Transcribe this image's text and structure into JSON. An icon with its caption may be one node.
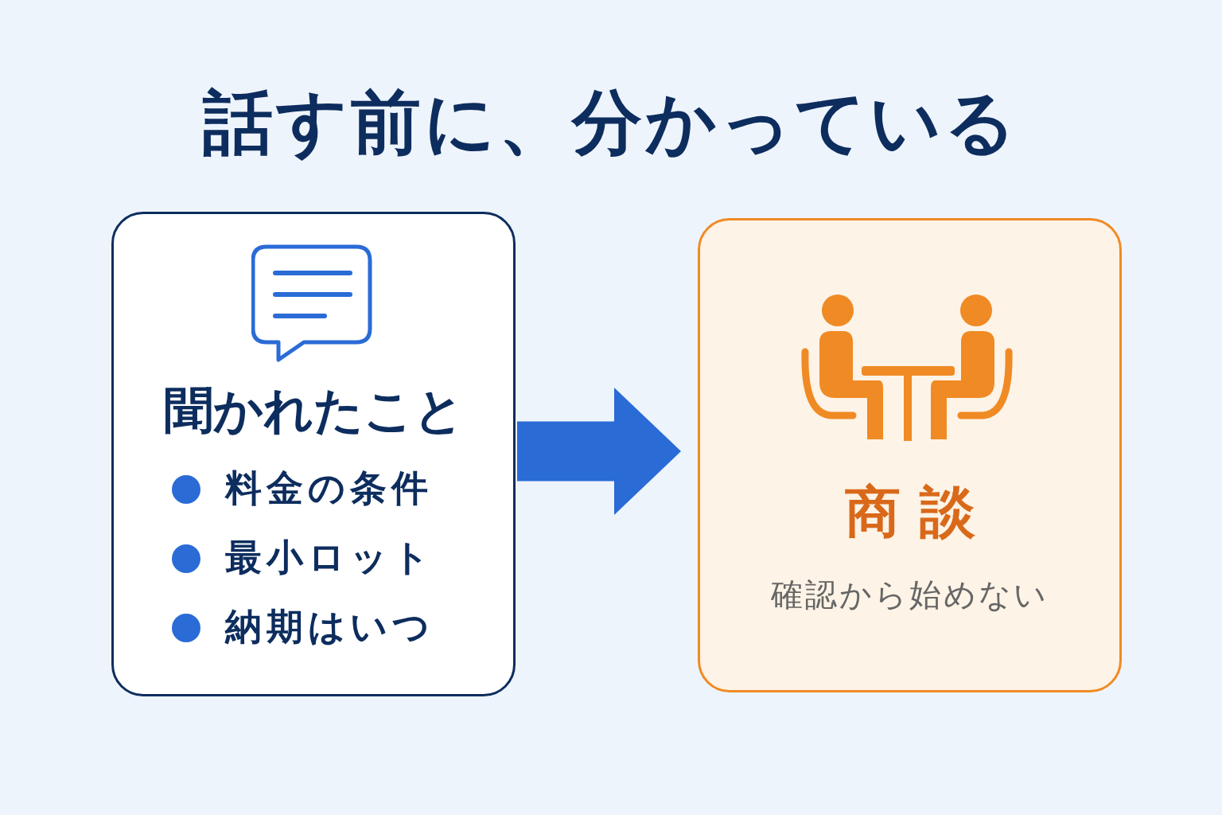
{
  "diagram": {
    "title": "話す前に、分かっている",
    "nodes": [
      {
        "text": [
          "聞かれたこと",
          "料金の条件",
          "最小ロット",
          "納期はいつ"
        ]
      },
      {
        "text": [
          "商談",
          "確認から始めない"
        ]
      }
    ],
    "edges": [
      {
        "from": 0,
        "to": 1,
        "arrow": "to"
      }
    ]
  }
}
